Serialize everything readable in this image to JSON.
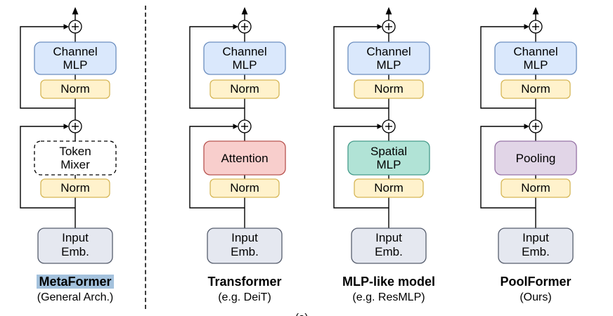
{
  "figure": {
    "columns": [
      {
        "title": "MetaFormer",
        "subtitle": "(General Arch.)",
        "title_highlighted": true,
        "blocks": {
          "channel_mlp": {
            "line1": "Channel",
            "line2": "MLP",
            "fill": "#dae8fc",
            "stroke": "#6c8ebf"
          },
          "norm_top": {
            "label": "Norm",
            "fill": "#fff2cc",
            "stroke": "#d6b656"
          },
          "mixer": {
            "line1": "Token",
            "line2": "Mixer",
            "fill": "#ffffff",
            "stroke": "#000000",
            "border_style": "dashed"
          },
          "norm_bottom": {
            "label": "Norm",
            "fill": "#fff2cc",
            "stroke": "#d6b656"
          },
          "input": {
            "line1": "Input",
            "line2": "Emb.",
            "fill": "#e5e8f0",
            "stroke": "#565d6d"
          }
        }
      },
      {
        "title": "Transformer",
        "subtitle": "(e.g. DeiT)",
        "title_highlighted": false,
        "blocks": {
          "channel_mlp": {
            "line1": "Channel",
            "line2": "MLP",
            "fill": "#dae8fc",
            "stroke": "#6c8ebf"
          },
          "norm_top": {
            "label": "Norm",
            "fill": "#fff2cc",
            "stroke": "#d6b656"
          },
          "mixer": {
            "label": "Attention",
            "fill": "#f8cecc",
            "stroke": "#b85450",
            "border_style": "solid"
          },
          "norm_bottom": {
            "label": "Norm",
            "fill": "#fff2cc",
            "stroke": "#d6b656"
          },
          "input": {
            "line1": "Input",
            "line2": "Emb.",
            "fill": "#e5e8f0",
            "stroke": "#565d6d"
          }
        }
      },
      {
        "title": "MLP-like model",
        "subtitle": "(e.g. ResMLP)",
        "title_highlighted": false,
        "blocks": {
          "channel_mlp": {
            "line1": "Channel",
            "line2": "MLP",
            "fill": "#dae8fc",
            "stroke": "#6c8ebf"
          },
          "norm_top": {
            "label": "Norm",
            "fill": "#fff2cc",
            "stroke": "#d6b656"
          },
          "mixer": {
            "line1": "Spatial",
            "line2": "MLP",
            "fill": "#b1e3d6",
            "stroke": "#469c8b",
            "border_style": "solid"
          },
          "norm_bottom": {
            "label": "Norm",
            "fill": "#fff2cc",
            "stroke": "#d6b656"
          },
          "input": {
            "line1": "Input",
            "line2": "Emb.",
            "fill": "#e5e8f0",
            "stroke": "#565d6d"
          }
        }
      },
      {
        "title": "PoolFormer",
        "subtitle": "(Ours)",
        "title_highlighted": false,
        "blocks": {
          "channel_mlp": {
            "line1": "Channel",
            "line2": "MLP",
            "fill": "#dae8fc",
            "stroke": "#6c8ebf"
          },
          "norm_top": {
            "label": "Norm",
            "fill": "#fff2cc",
            "stroke": "#d6b656"
          },
          "mixer": {
            "label": "Pooling",
            "fill": "#e1d5e7",
            "stroke": "#9673a6",
            "border_style": "solid"
          },
          "norm_bottom": {
            "label": "Norm",
            "fill": "#fff2cc",
            "stroke": "#d6b656"
          },
          "input": {
            "line1": "Input",
            "line2": "Emb.",
            "fill": "#e5e8f0",
            "stroke": "#565d6d"
          }
        }
      }
    ]
  },
  "caption_fragment": "(a)",
  "colors": {
    "line": "#000000",
    "title_highlight": "#a4c2dd",
    "background": "#ffffff"
  }
}
